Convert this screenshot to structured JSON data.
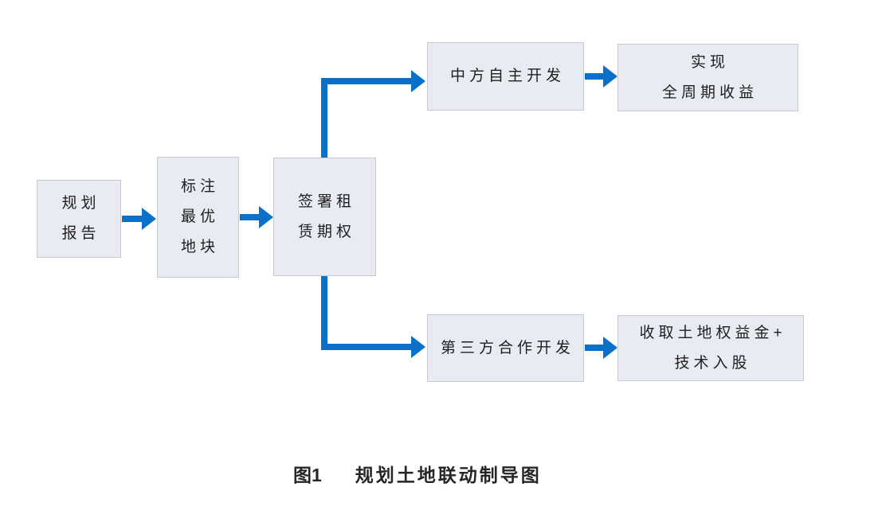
{
  "colors": {
    "arrow": "#0a70c8",
    "box_fill": "#e9ebf3",
    "box_border": "#c6c9d2",
    "text": "#1f1f1f"
  },
  "flowchart": {
    "nodes": {
      "planning_report": {
        "lines": [
          "规划",
          "报告"
        ]
      },
      "mark_optimal_plot": {
        "lines": [
          "标注",
          "最优",
          "地块"
        ]
      },
      "sign_lease_option": {
        "lines": [
          "签署租",
          "赁期权"
        ]
      },
      "china_self_development": {
        "lines": [
          "中方自主开发"
        ]
      },
      "full_cycle_returns": {
        "lines": [
          "实现",
          "全周期收益"
        ]
      },
      "third_party_codevelopment": {
        "lines": [
          "第三方合作开发"
        ]
      },
      "land_royalty_plus_equity": {
        "lines": [
          "收取土地权益金+",
          "技术入股"
        ]
      }
    }
  },
  "caption": {
    "number": "图1",
    "title": "规划土地联动制导图"
  }
}
